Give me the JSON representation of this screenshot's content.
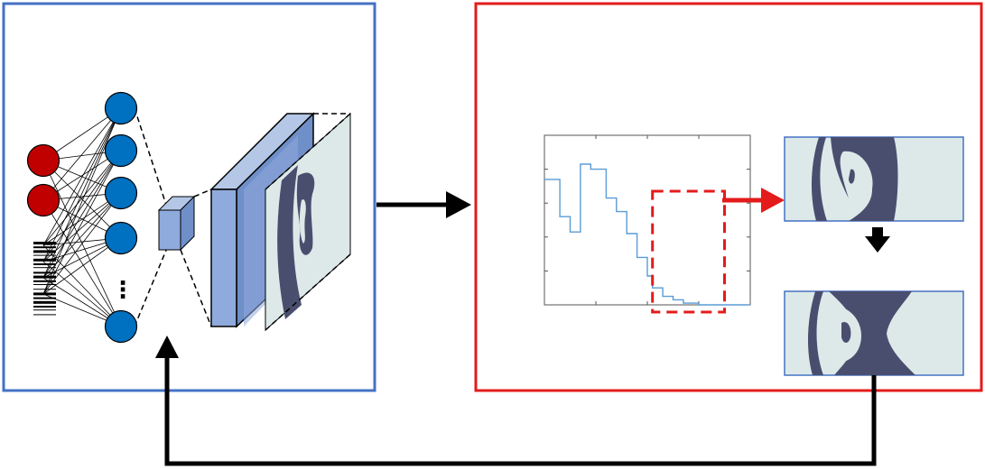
{
  "colors": {
    "left_frame": "#4472c4",
    "right_frame": "#e31b1b",
    "input_node": "#c00000",
    "hidden_node": "#0070c0",
    "block_fill": "#8faadc",
    "block_dark": "#6f8fc9",
    "pattern_bg": "#dde9e9",
    "pattern_dark": "#4a4e6e",
    "plot_line": "#5b9bd5",
    "arrow": "#000000",
    "highlight": "#e31b1b"
  },
  "network": {
    "input_nodes": 2,
    "hidden_nodes": 5,
    "ellipsis": "⋮"
  },
  "spectrum_chart": {
    "type": "line",
    "ylim": [
      0,
      1
    ],
    "xlim": [
      0,
      40
    ],
    "grid": false,
    "x": [
      0,
      3,
      3,
      5,
      5,
      7,
      7,
      9,
      9,
      12,
      12,
      14,
      14,
      16,
      16,
      18,
      18,
      20,
      20,
      21,
      21,
      23,
      23,
      25,
      25,
      27,
      27,
      30,
      30,
      40
    ],
    "y": [
      0.74,
      0.74,
      0.52,
      0.52,
      0.43,
      0.43,
      0.83,
      0.83,
      0.8,
      0.8,
      0.63,
      0.63,
      0.55,
      0.55,
      0.42,
      0.42,
      0.28,
      0.28,
      0.17,
      0.17,
      0.1,
      0.1,
      0.05,
      0.05,
      0.03,
      0.03,
      0.01,
      0.01,
      0.0,
      0.0
    ],
    "highlight_range": [
      21,
      35
    ]
  },
  "icons": [
    "barcode-icon",
    "feature-block-icon",
    "arrow-right-icon",
    "arrow-down-icon",
    "feedback-arrow-icon"
  ]
}
